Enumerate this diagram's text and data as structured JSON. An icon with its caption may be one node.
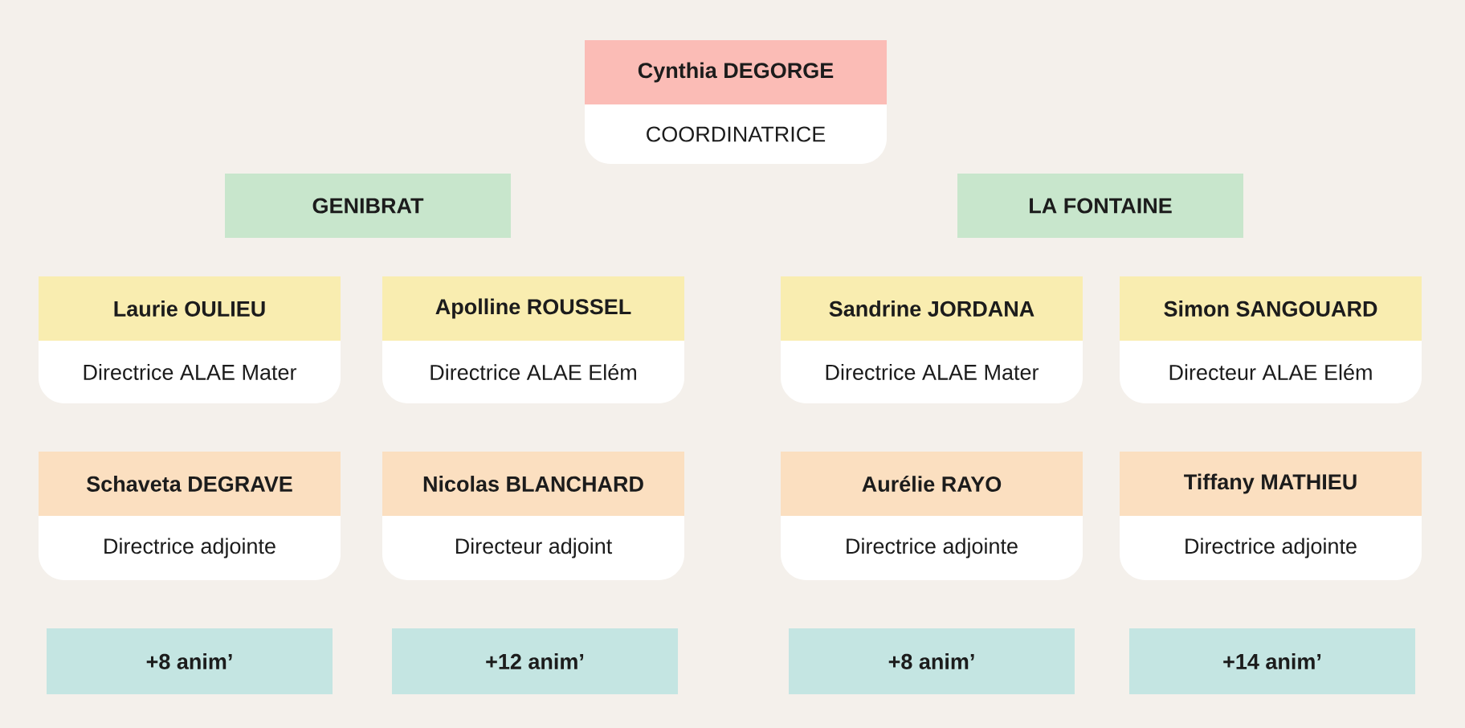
{
  "diagram": {
    "nodes": [
      {
        "text": [
          "Cynthia DEGORGE",
          "COORDINATRICE"
        ]
      },
      {
        "text": [
          "GENIBRAT"
        ]
      },
      {
        "text": [
          "LA FONTAINE"
        ]
      },
      {
        "text": [
          "Laurie OULIEU",
          "Directrice ALAE Mater"
        ]
      },
      {
        "text": [
          "Apolline ROUSSEL",
          "Directrice ALAE Elém"
        ]
      },
      {
        "text": [
          "Sandrine JORDANA",
          "Directrice ALAE Mater"
        ]
      },
      {
        "text": [
          "Simon SANGOUARD",
          "Directeur ALAE Elém"
        ]
      },
      {
        "text": [
          "Schaveta DEGRAVE",
          "Directrice adjointe"
        ]
      },
      {
        "text": [
          "Nicolas BLANCHARD",
          "Directeur adjoint"
        ]
      },
      {
        "text": [
          "Aurélie RAYO",
          "Directrice adjointe"
        ]
      },
      {
        "text": [
          "Tiffany MATHIEU",
          "Directrice adjointe"
        ]
      },
      {
        "text": [
          "+8 anim’"
        ]
      },
      {
        "text": [
          "+12 anim’"
        ]
      },
      {
        "text": [
          "+8 anim’"
        ]
      },
      {
        "text": [
          "+14 anim’"
        ]
      }
    ]
  }
}
